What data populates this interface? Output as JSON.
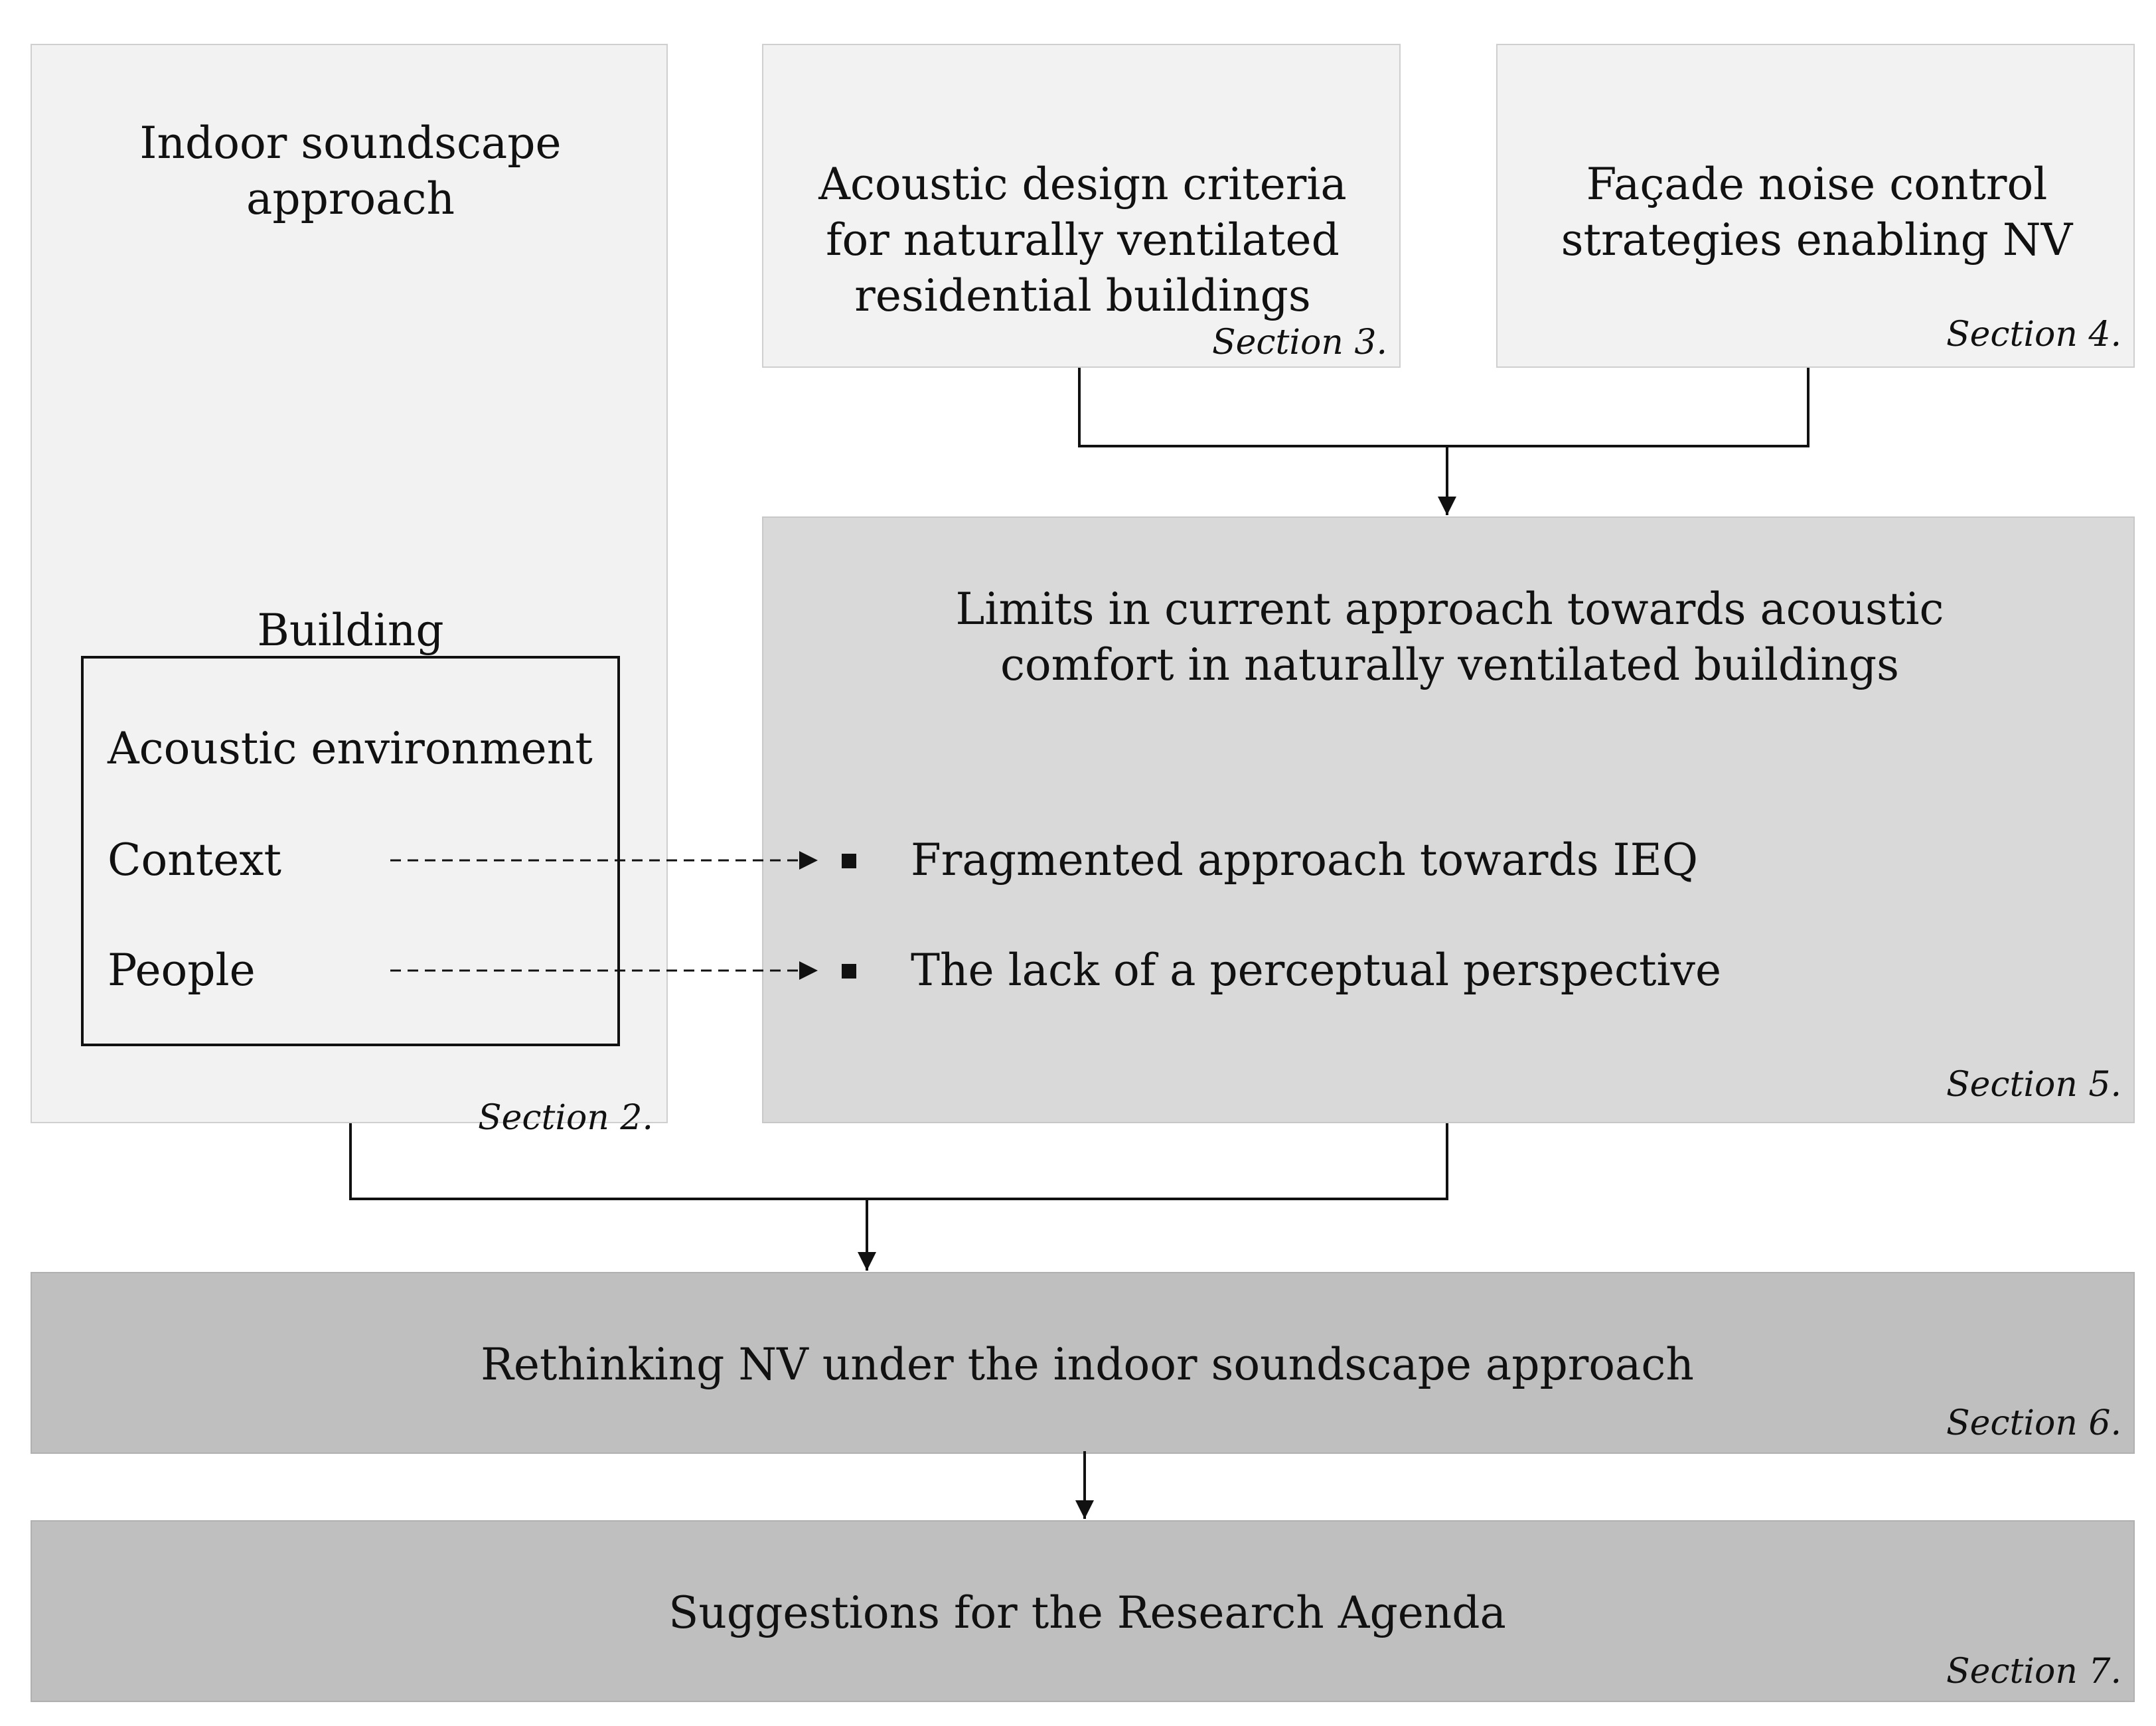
{
  "boxes": {
    "section2": {
      "title": "Indoor soundscape approach",
      "building_label": "Building",
      "frame_items": [
        "Acoustic environment",
        "Context",
        "People"
      ],
      "section": "Section 2."
    },
    "section3": {
      "title": "Acoustic design criteria for naturally ventilated residential buildings",
      "section": "Section 3."
    },
    "section4": {
      "title": "Façade noise control strategies enabling NV",
      "section": "Section 4."
    },
    "section5": {
      "title": "Limits in current approach towards acoustic comfort in naturally ventilated buildings",
      "bullets": [
        "Fragmented approach towards IEQ",
        "The lack of a perceptual perspective"
      ],
      "section": "Section 5."
    },
    "section6": {
      "title": "Rethinking NV under the indoor soundscape approach",
      "section": "Section 6."
    },
    "section7": {
      "title": "Suggestions for the Research Agenda",
      "section": "Section 7."
    }
  },
  "colors": {
    "light_fill": "#f2f2f2",
    "mid_fill": "#d9d9d9",
    "dark_fill": "#bfbfbf",
    "line": "#111111"
  }
}
